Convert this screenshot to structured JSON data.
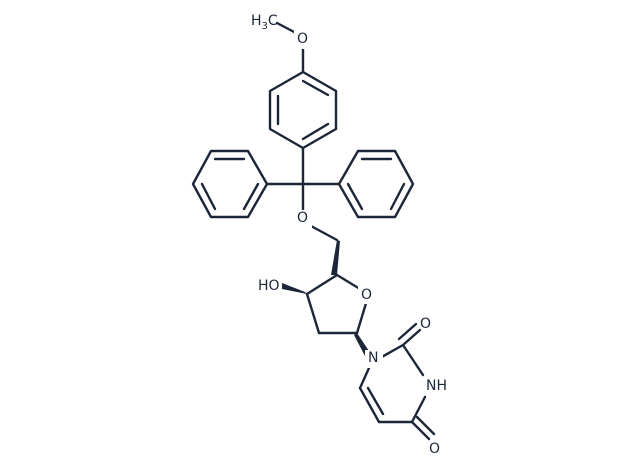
{
  "structure": {
    "atoms": {
      "methyl": {
        "main": "H",
        "sub": "3",
        "tail": "C"
      },
      "methoxy_o": "O",
      "ether_o": "O",
      "hydroxyl": "HO",
      "ring_o": "O",
      "carbonyl_o_1": "O",
      "carbonyl_o_2": "O",
      "n1": "N",
      "n3h": "NH"
    }
  }
}
